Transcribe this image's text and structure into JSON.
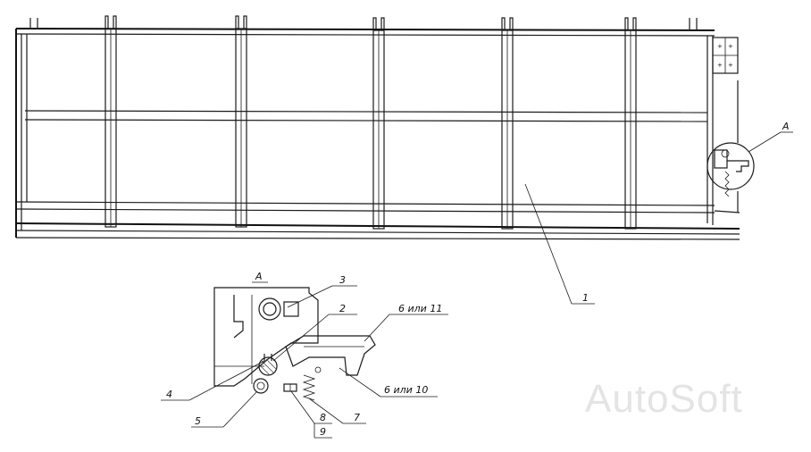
{
  "callouts": {
    "frame": "1",
    "part2": "2",
    "part3": "3",
    "part4": "4",
    "part5": "5",
    "part6_11": "6 или 11",
    "part6_10": "6 или 10",
    "part7": "7",
    "part8": "8",
    "part9": "9",
    "view_mark": "А",
    "detail_title": "А"
  },
  "watermark": "AutoSoft"
}
